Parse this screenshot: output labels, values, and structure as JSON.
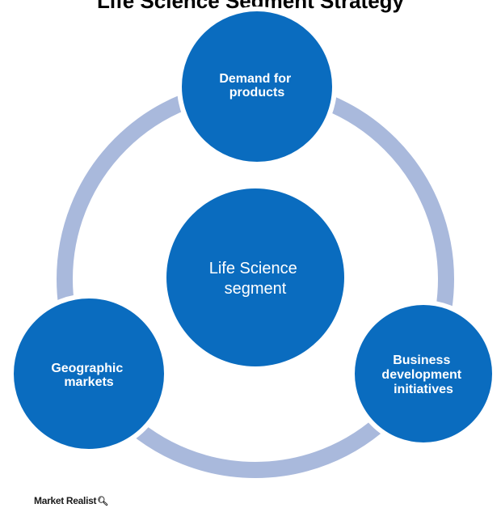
{
  "title": "Life Science Segment Strategy",
  "center": {
    "lines": [
      "Life Science",
      "segment"
    ]
  },
  "nodes": [
    {
      "id": "demand",
      "lines": [
        "Demand for",
        "products"
      ]
    },
    {
      "id": "geographic",
      "lines": [
        "Geographic",
        "markets"
      ]
    },
    {
      "id": "business",
      "lines": [
        "Business",
        "development",
        "initiatives"
      ]
    }
  ],
  "watermark": "Market Realist",
  "colors": {
    "circle_fill": "#0a6cbf",
    "ring": "#a9b9dc",
    "text_on_circle": "#ffffff"
  },
  "icons": {
    "watermark": "magnifier-icon"
  }
}
